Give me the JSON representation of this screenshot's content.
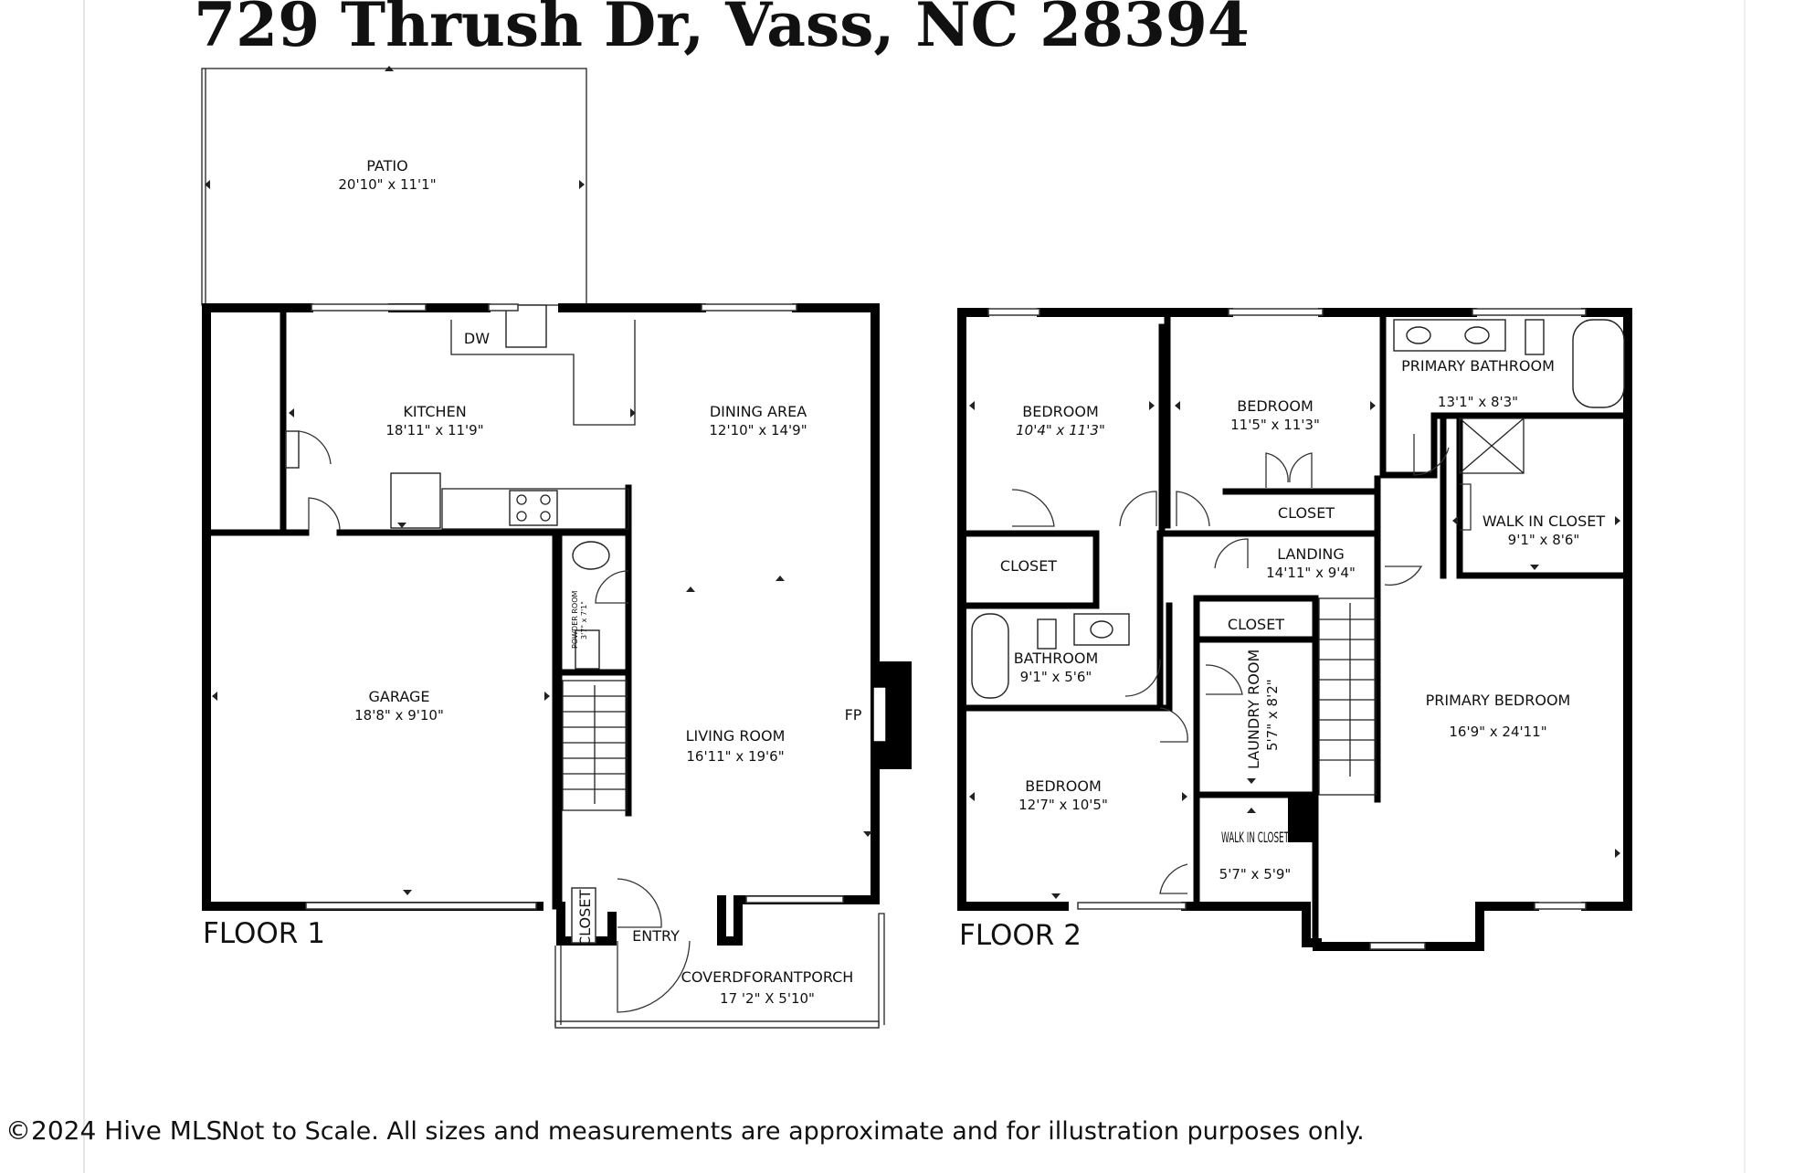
{
  "title": "729 Thrush Dr, Vass, NC 28394",
  "floor1": {
    "label": "FLOOR 1",
    "rooms": {
      "patio": {
        "name": "PATIO",
        "dim": "20'10\" x 11'1\""
      },
      "kitchen": {
        "name": "KITCHEN",
        "dim": "18'11\" x 11'9\""
      },
      "dining": {
        "name": "DINING AREA",
        "dim": "12'10\" x 14'9\""
      },
      "garage": {
        "name": "GARAGE",
        "dim": "18'8\" x 9'10\""
      },
      "living": {
        "name": "LIVING ROOM",
        "dim": "16'11\" x 19'6\""
      },
      "powder": {
        "name": "POWDER ROOM",
        "dim": "3'7\" x 7'1\""
      },
      "closet": {
        "name": "CLOSET"
      },
      "entry": {
        "name": "ENTRY"
      },
      "porch": {
        "name": "COVERDFORANTPORCH",
        "dim": "17 '2\" X 5'10\""
      },
      "dw": "DW",
      "fp": "FP"
    }
  },
  "floor2": {
    "label": "FLOOR 2",
    "rooms": {
      "bedroom1": {
        "name": "BEDROOM",
        "dim": "10'4\" x 11'3\""
      },
      "bedroom2": {
        "name": "BEDROOM",
        "dim": "11'5\" x 11'3\""
      },
      "primary_bath": {
        "name": "PRIMARY BATHROOM",
        "dim": "13'1\" x 8'3\""
      },
      "closet_a": {
        "name": "CLOSET"
      },
      "closet_b": {
        "name": "CLOSET"
      },
      "closet_c": {
        "name": "CLOSET"
      },
      "landing": {
        "name": "LANDING",
        "dim": "14'11\" x 9'4\""
      },
      "walkin1": {
        "name": "WALK IN CLOSET",
        "dim": "9'1\" x 8'6\""
      },
      "bathroom": {
        "name": "BATHROOM",
        "dim": "9'1\" x 5'6\""
      },
      "laundry": {
        "name": "LAUNDRY ROOM",
        "dim": "5'7\" x 8'2\""
      },
      "primary_bed": {
        "name": "PRIMARY BEDROOM",
        "dim": "16'9\" x 24'11\""
      },
      "bedroom3": {
        "name": "BEDROOM",
        "dim": "12'7\" x 10'5\""
      },
      "walkin2": {
        "name": "WALK IN CLOSET",
        "dim": "5'7\" x 5'9\""
      }
    }
  },
  "footer": {
    "copyright": "©2024 Hive MLS",
    "disclaimer": "Not to Scale. All sizes and measurements are approximate and for illustration purposes only."
  }
}
